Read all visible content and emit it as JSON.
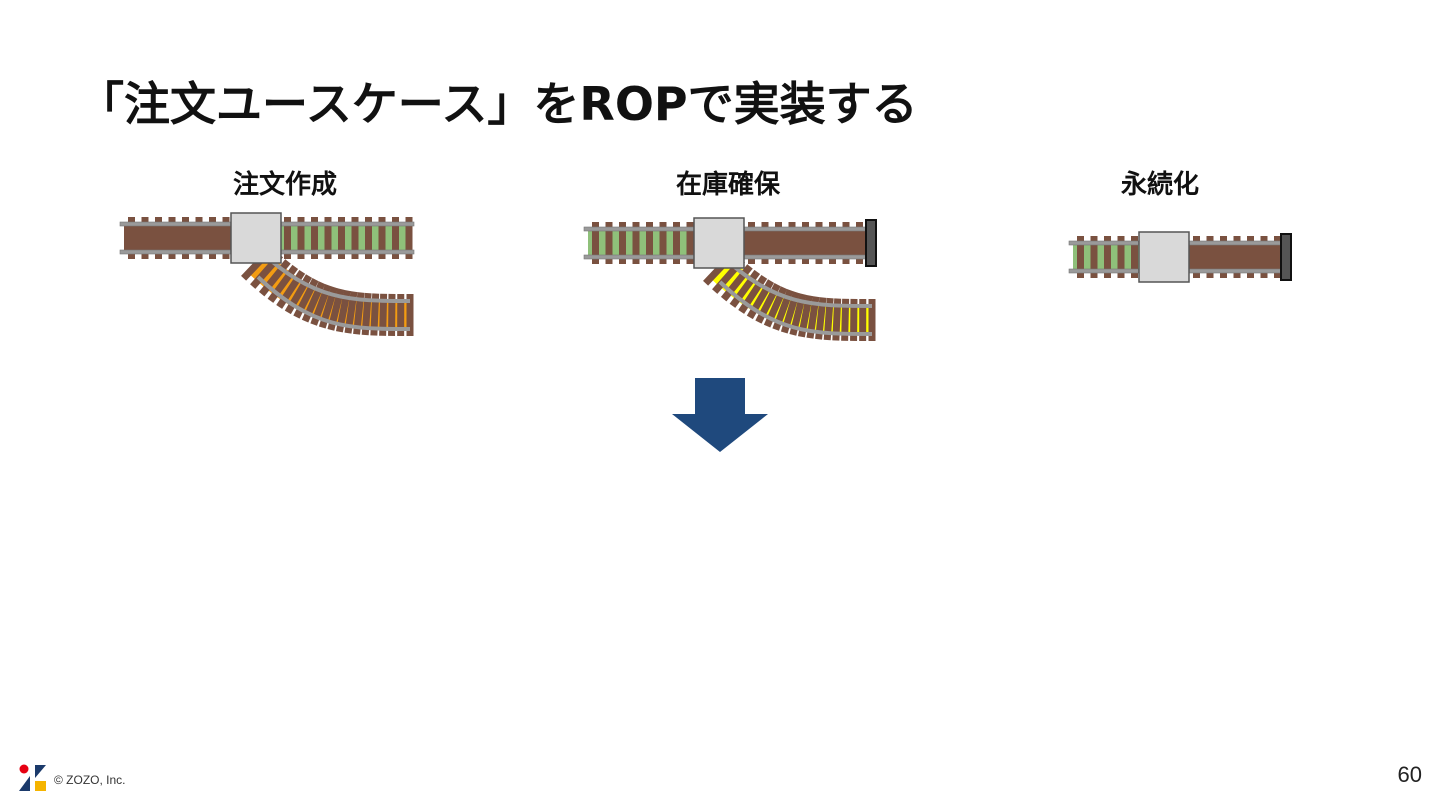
{
  "slide": {
    "title": "「注文ユースケース」をROPで実装する",
    "page_number": "60",
    "copyright": "© ZOZO, Inc."
  },
  "tracks": [
    {
      "label": "注文作成",
      "main_color": "#8fc07a",
      "branch_color": "#f39c12",
      "has_branch": true,
      "has_buffer": false
    },
    {
      "label": "在庫確保",
      "main_color": "#8fc07a",
      "branch_color": "#ffff00",
      "has_branch": true,
      "has_buffer": true
    },
    {
      "label": "永続化",
      "main_color": "#8fc07a",
      "branch_color": null,
      "has_branch": false,
      "has_buffer": true
    }
  ],
  "colors": {
    "sleeper": "#7a5140",
    "rail": "#9a9a9a",
    "junction": "#d9d9d9",
    "arrow": "#1f497d",
    "buffer": "#555555",
    "logo_red": "#e60012",
    "logo_navy": "#1b3a6b",
    "logo_yellow": "#f5b400"
  },
  "icons": {
    "arrow": "down-arrow-icon",
    "logo": "zozo-logo-icon"
  }
}
